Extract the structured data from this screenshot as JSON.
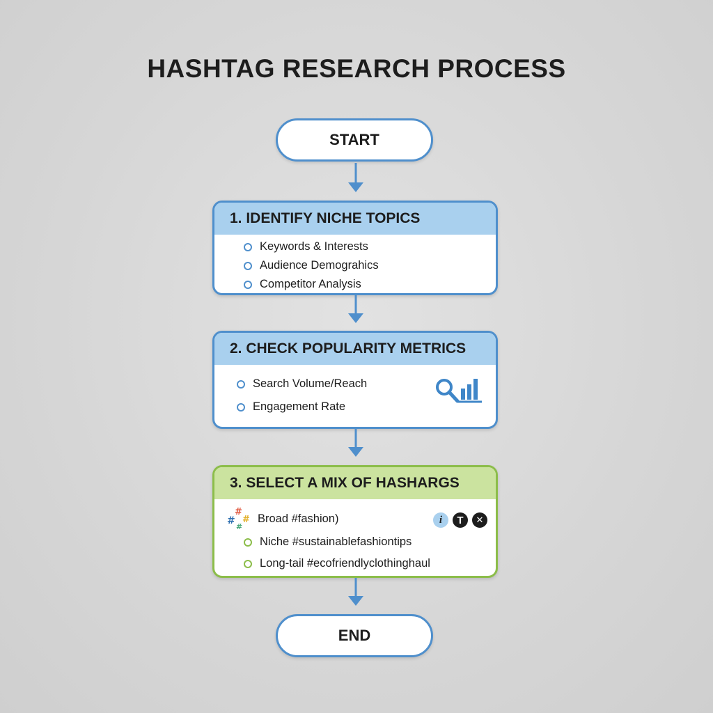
{
  "title": "HASHTAG RESEARCH PROCESS",
  "start_label": "START",
  "end_label": "END",
  "steps": [
    {
      "heading": "1. IDENTIFY NICHE TOPICS",
      "items": [
        "Keywords & Interests",
        "Audience Demograhics",
        "Competitor Analysis"
      ]
    },
    {
      "heading": "2. CHECK POPULARITY METRICS",
      "items": [
        "Search Volume/Reach",
        "Engagement Rate"
      ],
      "icon": "magnifier-bar-chart-icon"
    },
    {
      "heading": "3. SELECT A MIX OF HASHARGS",
      "items": [
        "Broad #fashion)",
        "Niche #sustainablefashiontips",
        "Long-tail #ecofriendlyclothinghaul"
      ],
      "icons": [
        "hashtags-icon",
        "info-icon",
        "t-icon",
        "close-icon"
      ],
      "icon_letters": {
        "info": "i",
        "t": "T",
        "close": "✕"
      }
    }
  ],
  "colors": {
    "blue_border": "#4f8fcc",
    "blue_header": "#a9d0ee",
    "green_border": "#8cbd4a",
    "green_header": "#cbe39f",
    "background": "#d8d8d8"
  }
}
